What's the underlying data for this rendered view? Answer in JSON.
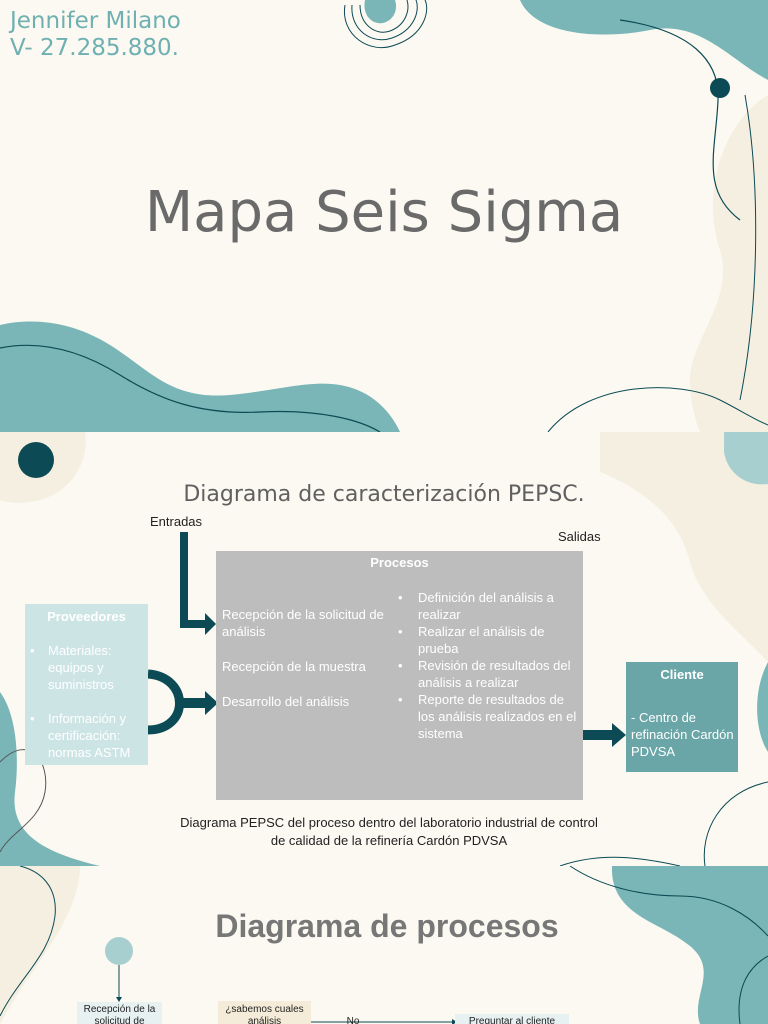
{
  "slide1": {
    "author_name": "Jennifer Milano",
    "author_id": "V- 27.285.880.",
    "title": "Mapa Seis Sigma"
  },
  "slide2": {
    "title": "Diagrama de caracterización PEPSC.",
    "entradas_label": "Entradas",
    "salidas_label": "Salidas",
    "procesos": {
      "header": "Procesos",
      "left_items": [
        "Recepción de la solicitud de análisis",
        "Recepción de la muestra",
        "Desarrollo del análisis"
      ],
      "right_items": [
        "Definición del análisis a realizar",
        "Realizar el análisis de prueba",
        "Revisión de resultados del análisis a realizar",
        "Reporte de resultados de los análisis realizados en el sistema"
      ]
    },
    "proveedores": {
      "header": "Proveedores",
      "items": [
        "Materiales: equipos y suministros",
        "Información y certificación: normas ASTM"
      ]
    },
    "cliente": {
      "header": "Cliente",
      "text": "- Centro de refinación Cardón PDVSA"
    },
    "caption": "Diagrama PEPSC del proceso dentro del laboratorio industrial de control de calidad de la refinería Cardón PDVSA",
    "colors": {
      "dark_teal": "#0c4a55",
      "teal": "#6aa6a8",
      "light_teal": "#cde4e5",
      "gray_box": "#bdbdbd",
      "cream": "#fbf9f1"
    }
  },
  "slide3": {
    "title": "Diagrama de procesos",
    "box_recepcion": "Recepción de la solicitud de",
    "box_decision": "¿sabemos cuales análisis",
    "label_no": "No",
    "box_preguntar": "Preguntar al cliente"
  }
}
